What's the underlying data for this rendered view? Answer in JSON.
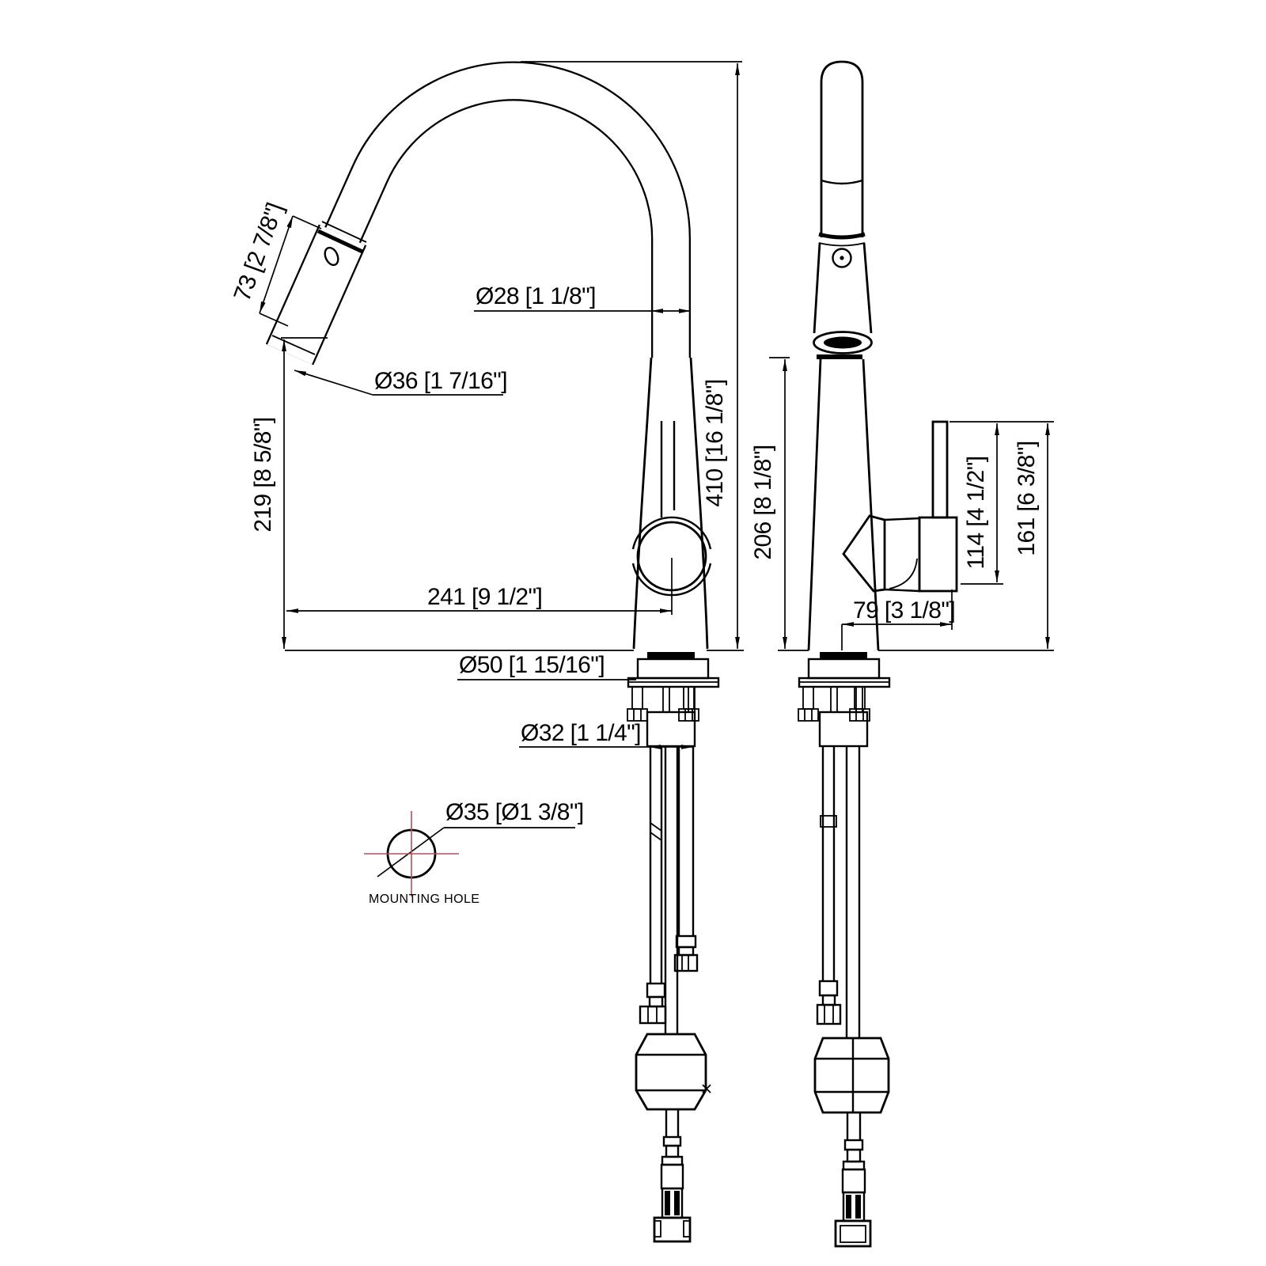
{
  "drawing": {
    "annotations": {
      "mounting_hole_label": "MOUNTING HOLE"
    },
    "dimensions": {
      "spray_head_length": {
        "label": "73 [2 7/8\"]",
        "mm": 73,
        "inches": "2 7/8\""
      },
      "spout_tube_diameter": {
        "label": "Ø28 [1 1/8\"]",
        "mm": 28,
        "inches": "1 1/8\""
      },
      "spray_head_diameter": {
        "label": "Ø36 [1 7/16\"]",
        "mm": 36,
        "inches": "1 7/16\""
      },
      "spout_height": {
        "label": "219 [8 5/8\"]",
        "mm": 219,
        "inches": "8 5/8\""
      },
      "overall_height": {
        "label": "410 [16 1/8\"]",
        "mm": 410,
        "inches": "16 1/8\""
      },
      "spout_reach": {
        "label": "241 [9 1/2\"]",
        "mm": 241,
        "inches": "9 1/2\""
      },
      "base_diameter": {
        "label": "Ø50 [1 15/16\"]",
        "mm": 50,
        "inches": "1 15/16\""
      },
      "shank_diameter": {
        "label": "Ø32 [1 1/4\"]",
        "mm": 32,
        "inches": "1 1/4\""
      },
      "mounting_hole_diameter": {
        "label": "Ø35 [Ø1 3/8\"]",
        "mm": 35,
        "inches": "1 3/8\""
      },
      "body_height": {
        "label": "206 [8 1/8\"]",
        "mm": 206,
        "inches": "8 1/8\""
      },
      "handle_lever_height": {
        "label": "114 [4 1/2\"]",
        "mm": 114,
        "inches": "4 1/2\""
      },
      "handle_total_height": {
        "label": "161 [6 3/8\"]",
        "mm": 161,
        "inches": "6 3/8\""
      },
      "handle_offset": {
        "label": "79 [3 1/8\"]",
        "mm": 79,
        "inches": "3 1/8\""
      }
    },
    "colors": {
      "line": "#000000",
      "centerline_red": "#b05252",
      "background": "#ffffff"
    }
  }
}
